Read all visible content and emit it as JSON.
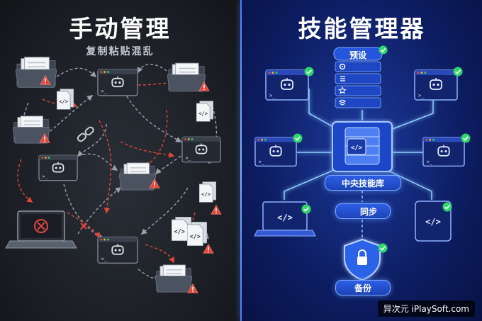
{
  "left_panel": {
    "title": "手动管理",
    "subtitle": "复制粘贴混乱"
  },
  "right_panel": {
    "title": "技能管理器",
    "presets_label": "预设",
    "hub_label": "中央技能库",
    "sync_label": "同步",
    "backup_label": "备份"
  },
  "icons": {
    "folder": "folder-icon",
    "document": "code-document-icon",
    "warning": "warning-icon",
    "terminal": "robot-terminal-icon",
    "laptop": "laptop-icon",
    "check": "check-icon",
    "shield": "shield-lock-icon",
    "sync": "sync-icon",
    "link": "link-icon",
    "gear": "gear-icon",
    "list": "list-icon",
    "star": "star-icon",
    "layers": "layers-icon",
    "database": "database-icon"
  },
  "colors": {
    "warning_red": "#e0463c",
    "check_green": "#2fd66b",
    "accent_blue": "#3b82ff",
    "link_cyan": "#8fd0ff"
  },
  "watermark": "异次元 iPlaySoft.com"
}
